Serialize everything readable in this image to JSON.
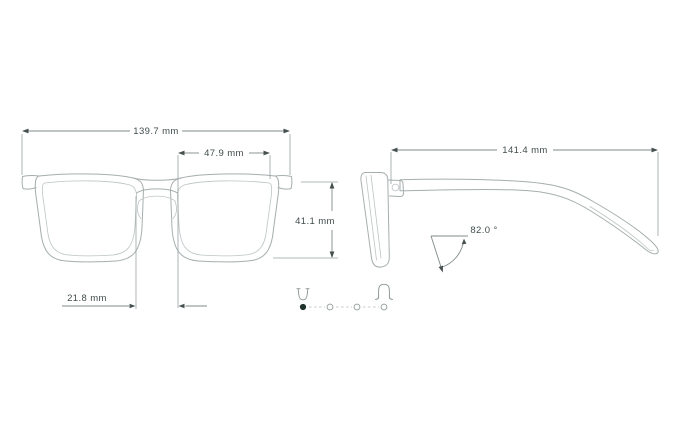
{
  "diagram": {
    "title": "eyeglasses-measurements",
    "front_view": {
      "frame_width": "139.7 mm",
      "lens_width": "47.9 mm",
      "lens_height": "41.1 mm",
      "bridge_width": "21.8 mm"
    },
    "side_view": {
      "temple_length": "141.4 mm",
      "temple_angle": "82.0 °"
    }
  },
  "pagination": {
    "dot_count": 4,
    "active_dot": 1,
    "left_icon": "lens-front-icon",
    "right_icon": "bridge-icon"
  },
  "colors": {
    "background": "#ffffff",
    "artwork_line": "#a6aeae",
    "dimension_line": "#7f8a8a",
    "dimension_text": "#414c4c",
    "active_dot": "#1e332c",
    "inactive_dot": "#9aa3a3"
  }
}
